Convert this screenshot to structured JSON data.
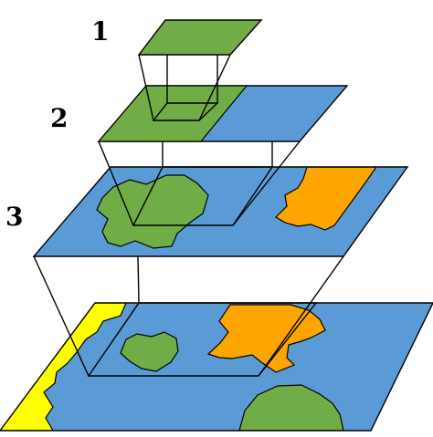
{
  "levels": [
    {
      "label": "1"
    },
    {
      "label": "2"
    },
    {
      "label": "3"
    }
  ],
  "colors": {
    "water": "#5B9BD5",
    "land_green": "#70AD47",
    "land_orange": "#FFA500",
    "land_yellow": "#FFFF00",
    "outline": "#000000",
    "background": "#FFFFFF"
  }
}
